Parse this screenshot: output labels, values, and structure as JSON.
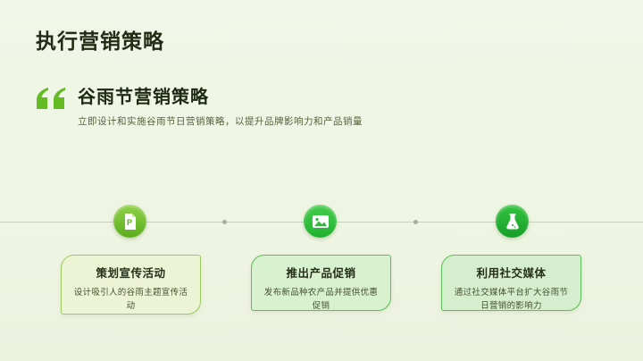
{
  "page": {
    "title": "执行营销策略"
  },
  "quote_section": {
    "heading": "谷雨节营销策略",
    "subtitle": "立即设计和实施谷雨节日营销策略，以提升品牌影响力和产品销量"
  },
  "timeline": {
    "steps": [
      {
        "icon": "ppt-file-icon",
        "title": "策划宣传活动",
        "description": "设计吸引人的谷雨主题宣传活动"
      },
      {
        "icon": "image-icon",
        "title": "推出产品促销",
        "description": "发布新品种农产品并提供优惠促销"
      },
      {
        "icon": "flask-icon",
        "title": "利用社交媒体",
        "description": "通过社交媒体平台扩大谷雨节日营销的影响力"
      }
    ]
  },
  "colors": {
    "background": "#EFF5E3",
    "accent_green": "#65BB24",
    "heading_dark": "#1D2910",
    "icon_green_1": "#6FBE2E",
    "icon_green_2": "#2FC13C",
    "icon_green_3": "#22B232",
    "card1_bg": "#ECF4D5",
    "card1_border": "#9CC964",
    "card2_bg": "#D8F2D0",
    "card2_border": "#52C254",
    "card3_bg": "#D5EFCE",
    "card3_border": "#5CBE56",
    "timeline_line": "#CBD0C1"
  }
}
